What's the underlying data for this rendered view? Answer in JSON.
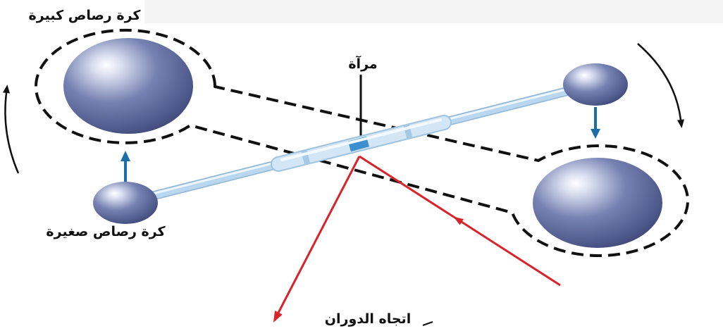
{
  "labels": {
    "large_sphere": "كرة رصاص كبيرة",
    "mirror": "مرآة",
    "small_sphere": "كرة رصاص صغيرة",
    "rotation_direction": "اتجاه الدوران"
  },
  "colors": {
    "sphere": "#7682b2",
    "rod": "#b9d7ee",
    "force_arrow": "#1b6fa8",
    "light_ray": "#d9222a",
    "outline": "#111111"
  }
}
